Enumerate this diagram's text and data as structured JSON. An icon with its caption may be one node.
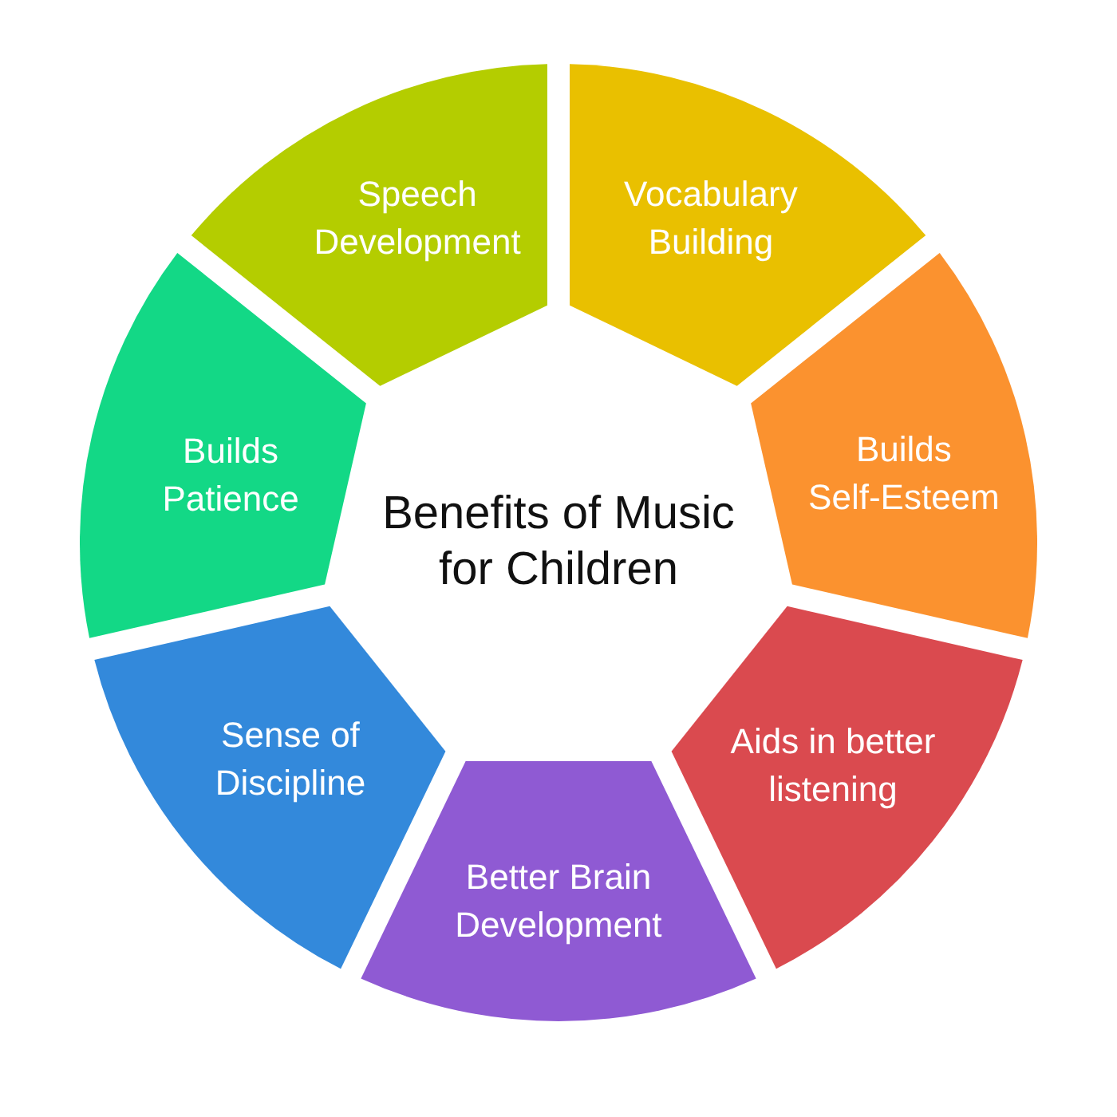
{
  "diagram": {
    "title": "Benefits of Music for Children",
    "nodes": [
      {
        "text": [
          "Speech Development"
        ]
      },
      {
        "text": [
          "Vocabulary Building"
        ]
      },
      {
        "text": [
          "Builds Patience"
        ]
      },
      {
        "text": [
          "Builds Self-Esteem"
        ]
      },
      {
        "text": [
          "Sense of Discipline"
        ]
      },
      {
        "text": [
          "Aids in better listening"
        ]
      },
      {
        "text": [
          "Better Brain Development"
        ]
      }
    ]
  }
}
